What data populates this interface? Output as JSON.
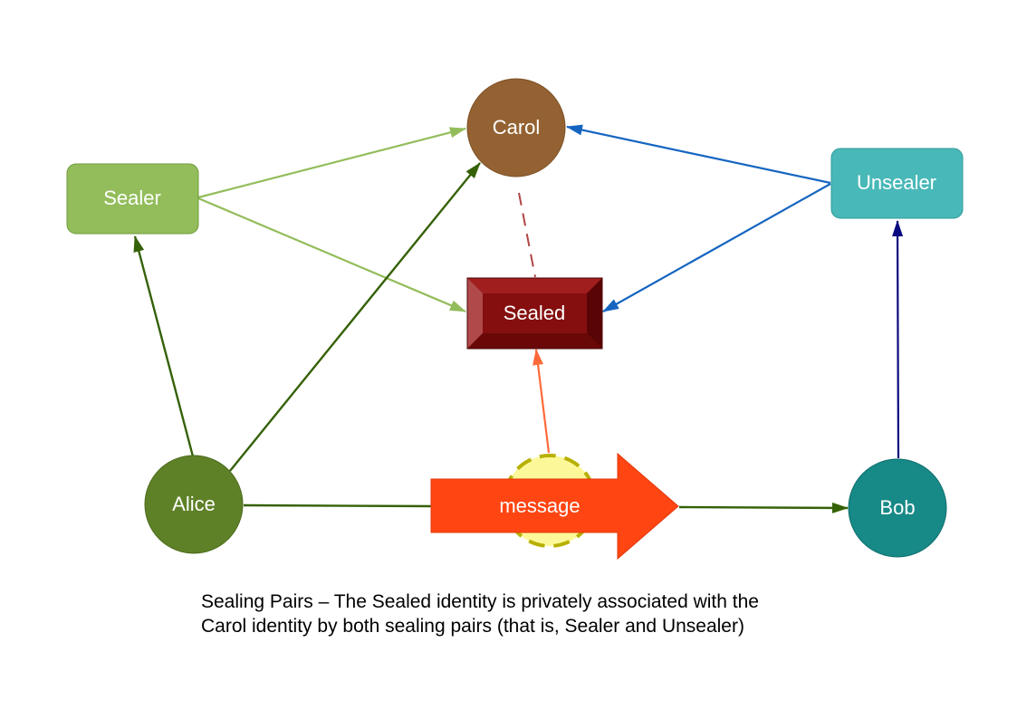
{
  "nodes": {
    "carol": {
      "label": "Carol",
      "color": "#946232"
    },
    "sealer": {
      "label": "Sealer",
      "color": "#93bd5b"
    },
    "unsealer": {
      "label": "Unsealer",
      "color": "#49b8b8"
    },
    "sealed": {
      "label": "Sealed",
      "color": "#850f0f"
    },
    "alice": {
      "label": "Alice",
      "color": "#5e8127"
    },
    "bob": {
      "label": "Bob",
      "color": "#178987"
    },
    "message": {
      "label": "message",
      "color": "#ff4512"
    }
  },
  "edge_colors": {
    "dark_green": "#356107",
    "light_green": "#93bd5b",
    "blue": "#1565c0",
    "navy": "#0a0a80",
    "orange": "#ff6a3a",
    "dashed_red": "#b04545",
    "highlight_fill": "#fcf89a",
    "highlight_stroke": "#b8b000"
  },
  "caption": {
    "line1": "Sealing Pairs – The Sealed identity is privately associated with the",
    "line2": "Carol identity by both sealing pairs (that is, Sealer and Unsealer)"
  }
}
